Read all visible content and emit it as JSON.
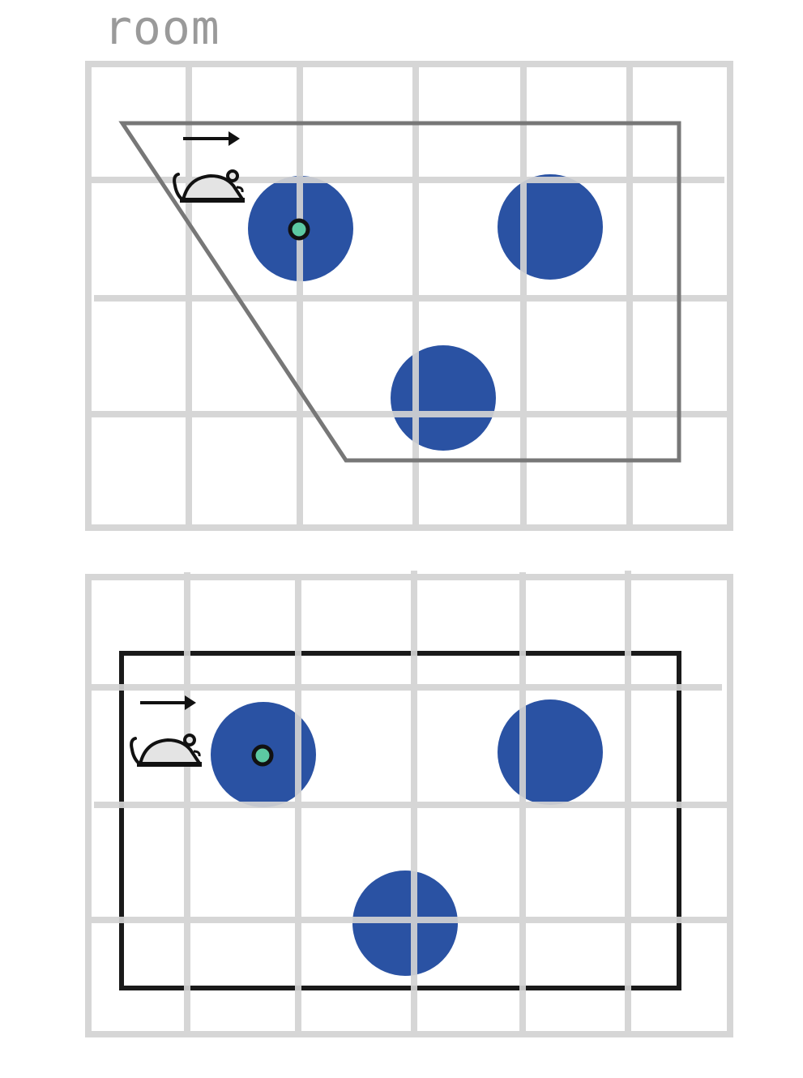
{
  "title": "room",
  "colors": {
    "grid": "#d3d3d3",
    "room_outline_top": "#777777",
    "room_outline_bottom": "#1a1a1a",
    "landmark": "#2a52a3",
    "marker_fill": "#5cc9a2",
    "mouse_body": "#e4e4e4",
    "mouse_outline": "#111111"
  },
  "panels": [
    {
      "name": "panel-top",
      "room_shape": "trapezoid",
      "landmarks": 3,
      "marker_in_landmark": 1,
      "mouse_direction": "right"
    },
    {
      "name": "panel-bottom",
      "room_shape": "rectangle",
      "landmarks": 3,
      "marker_in_landmark": 1,
      "mouse_direction": "right"
    }
  ],
  "icons": [
    "mouse-icon",
    "arrow-right-icon",
    "marker-dot-icon"
  ]
}
